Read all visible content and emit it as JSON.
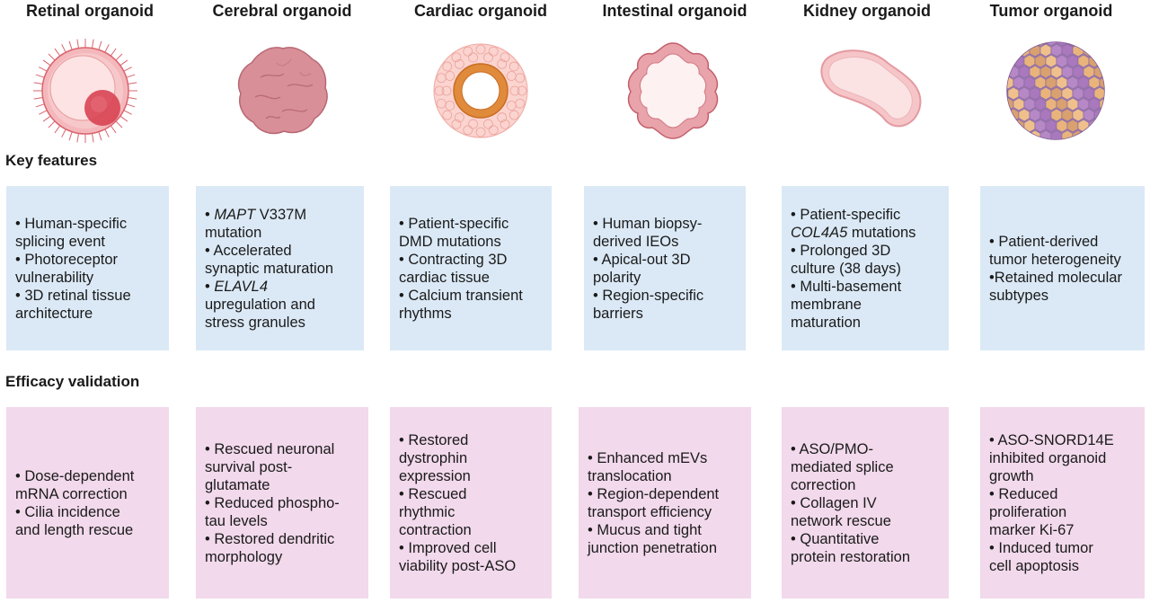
{
  "columns": [
    {
      "title": "Retinal organoid"
    },
    {
      "title": "Cerebral organoid"
    },
    {
      "title": "Cardiac organoid"
    },
    {
      "title": "Intestinal organoid"
    },
    {
      "title": "Kidney organoid"
    },
    {
      "title": "Tumor organoid"
    }
  ],
  "sections": {
    "features_label": "Key features",
    "efficacy_label": "Efficacy validation"
  },
  "features": [
    [
      "• Human-specific",
      "splicing event",
      "• Photoreceptor",
      "vulnerability",
      "• 3D retinal tissue",
      "architecture"
    ],
    [
      [
        {
          "t": "• ",
          "i": false
        },
        {
          "t": "MAPT",
          "i": true
        },
        {
          "t": " V337M",
          "i": false
        }
      ],
      [
        {
          "t": "mutation",
          "i": false
        }
      ],
      [
        {
          "t": "• Accelerated",
          "i": false
        }
      ],
      [
        {
          "t": "synaptic maturation",
          "i": false
        }
      ],
      [
        {
          "t": "• ",
          "i": false
        },
        {
          "t": "ELAVL4",
          "i": true
        }
      ],
      [
        {
          "t": "upregulation and",
          "i": false
        }
      ],
      [
        {
          "t": "stress granules",
          "i": false
        }
      ]
    ],
    [
      "• Patient-specific",
      "DMD mutations",
      "• Contracting 3D",
      "cardiac tissue",
      "• Calcium transient",
      "rhythms"
    ],
    [
      "• Human biopsy-",
      "derived IEOs",
      "• Apical-out 3D",
      "polarity",
      "• Region-specific",
      "barriers"
    ],
    [
      [
        {
          "t": "• Patient-specific",
          "i": false
        }
      ],
      [
        {
          "t": "COL4A5",
          "i": true
        },
        {
          "t": " mutations",
          "i": false
        }
      ],
      [
        {
          "t": "• Prolonged 3D",
          "i": false
        }
      ],
      [
        {
          "t": "culture (38 days)",
          "i": false
        }
      ],
      [
        {
          "t": "• Multi-basement",
          "i": false
        }
      ],
      [
        {
          "t": "membrane",
          "i": false
        }
      ],
      [
        {
          "t": "maturation",
          "i": false
        }
      ]
    ],
    [
      "• Patient-derived",
      "tumor heterogeneity",
      "•Retained molecular",
      "subtypes"
    ]
  ],
  "efficacy": [
    [
      "• Dose-dependent",
      "mRNA correction",
      "• Cilia incidence",
      "and length rescue"
    ],
    [
      "• Rescued neuronal",
      "survival post-",
      "glutamate",
      "• Reduced phospho-",
      "tau levels",
      "• Restored dendritic",
      "morphology"
    ],
    [
      "• Restored",
      "dystrophin",
      "expression",
      "• Rescued",
      "rhythmic",
      "contraction",
      "• Improved cell",
      "viability post-ASO"
    ],
    [
      "• Enhanced mEVs",
      "translocation",
      "• Region-dependent",
      "transport efficiency",
      "• Mucus and tight",
      "junction penetration"
    ],
    [
      "• ASO/PMO-",
      "mediated splice",
      "correction",
      "• Collagen IV",
      "network rescue",
      "• Quantitative",
      "protein restoration"
    ],
    [
      "• ASO-SNORD14E",
      "inhibited organoid",
      "growth",
      "• Reduced",
      "proliferation",
      "marker Ki-67",
      "• Induced tumor",
      "cell apoptosis"
    ]
  ],
  "colors": {
    "features_box": "#dbe9f6",
    "efficacy_box": "#f2d9ec"
  }
}
